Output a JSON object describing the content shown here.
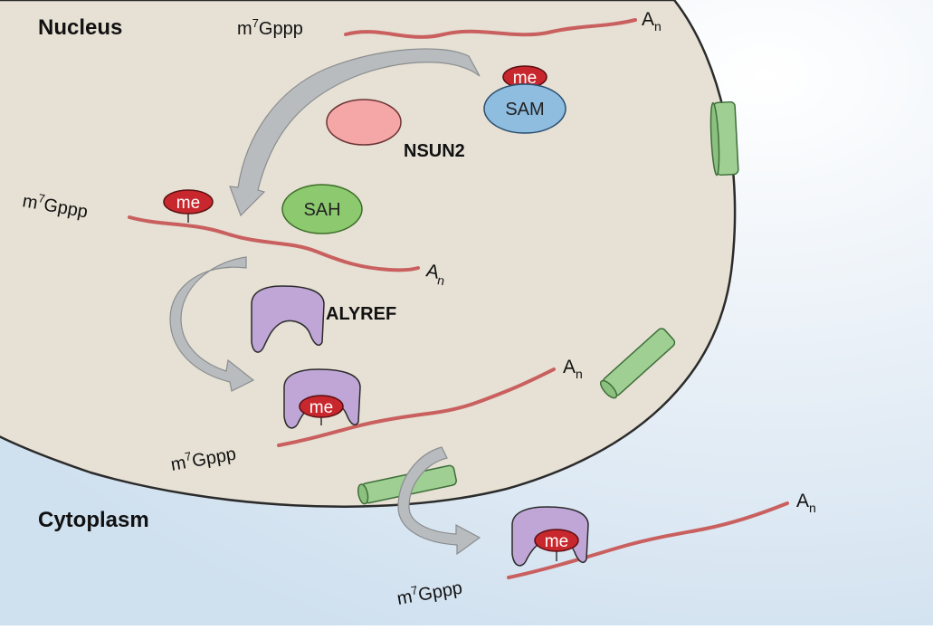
{
  "labels": {
    "nucleus": "Nucleus",
    "cytoplasm": "Cytoplasm",
    "nsun2": "NSUN2",
    "alyref": "ALYREF",
    "sam": "SAM",
    "sah": "SAH",
    "methyl_mark": "me"
  },
  "rna_ends": {
    "cap_base": "m",
    "cap_sup": "7",
    "cap_rest": "Gppp",
    "tail_base": "A",
    "tail_sub": "n"
  },
  "colors": {
    "background": "#dfe9f3",
    "nucleus_fill": "#e6e1d4",
    "nucleus_stroke": "#2b2b2b",
    "rna": "#c9605f",
    "methyl": "#c8282d",
    "nsun2": "#f5a6a6",
    "sam": "#8fbde0",
    "sah": "#8cc96f",
    "alyref": "#bfa6d6",
    "nuclear_pore": "#9fcf92",
    "arrow": "#b9bcbf"
  },
  "icons": {
    "nuclear_pore": "nuclear-pore-icon",
    "transfer_arrow": "curved-arrow-icon",
    "methyl_group": "methyl-tag-icon"
  }
}
